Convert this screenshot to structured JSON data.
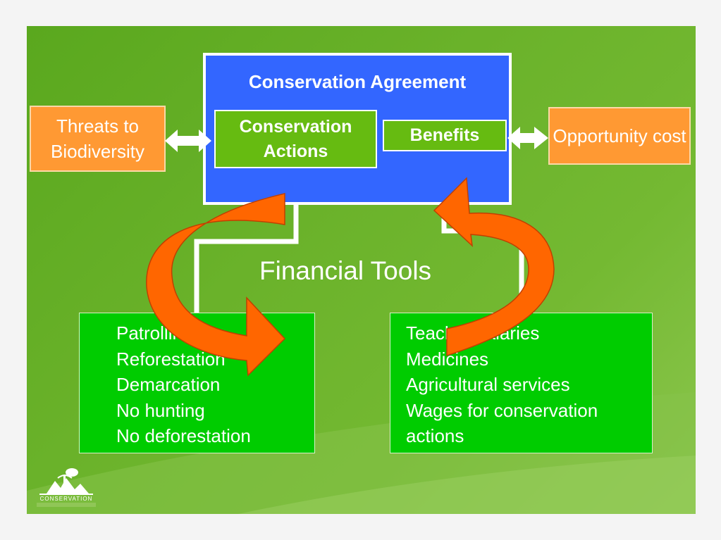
{
  "diagram": {
    "agreement_title": "Conservation Agreement",
    "actions_label": "Conservation Actions",
    "benefits_label": "Benefits",
    "threats_label": "Threats to Biodiversity",
    "opportunity_label": "Opportunity cost",
    "financial_tools_label": "Financial Tools",
    "left_list": [
      "Patrolling",
      "Reforestation",
      "Demarcation",
      "No hunting",
      "No deforestation"
    ],
    "right_list": [
      "Teacher salaries",
      "Medicines",
      "Agricultural services",
      "Wages for conservation",
      "actions"
    ],
    "logo_text": "CONSERVATION"
  },
  "colors": {
    "agreement_blue": "#3366ff",
    "inner_green": "#66bb11",
    "orange_box": "#ff9933",
    "list_green": "#00cc00",
    "arrow_orange": "#ff6600"
  },
  "icons": [
    "double-arrow-icon",
    "curved-arrow-icon",
    "conservation-logo-icon"
  ]
}
